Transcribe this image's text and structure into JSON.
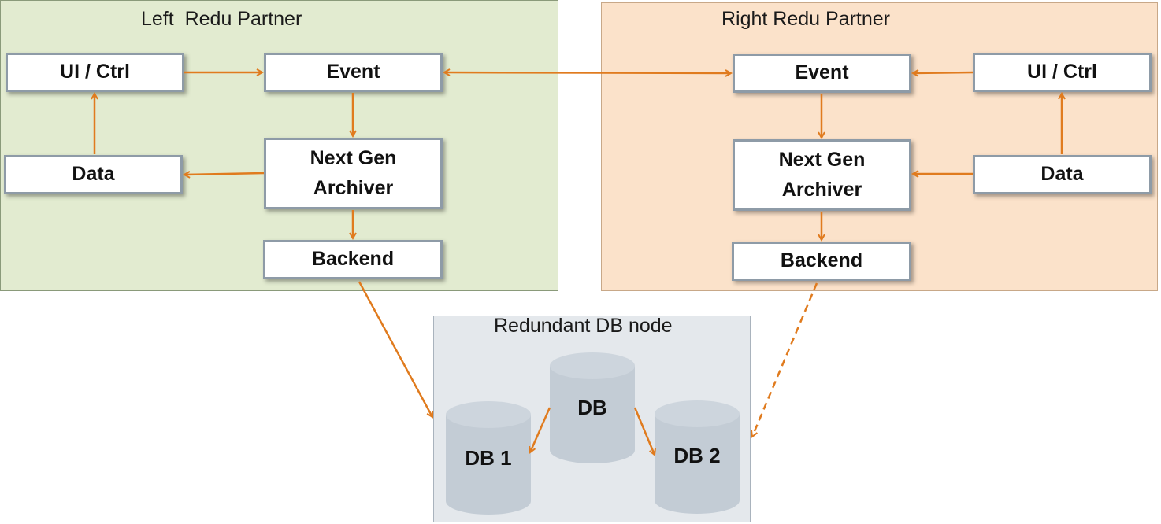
{
  "colors": {
    "left_region": "#e2ebd0",
    "right_region": "#fbe2ca",
    "db_region": "#e4e8ec",
    "arrow": "#e07b1e",
    "box_border": "#8e9ba7",
    "cylinder": "#c3ccd5"
  },
  "left": {
    "title": "Left  Redu Partner",
    "ui_ctrl": "UI / Ctrl",
    "event": "Event",
    "data": "Data",
    "archiver": "Next Gen\nArchiver",
    "backend": "Backend"
  },
  "right": {
    "title": "Right Redu Partner",
    "ui_ctrl": "UI / Ctrl",
    "event": "Event",
    "data": "Data",
    "archiver": "Next Gen\nArchiver",
    "backend": "Backend"
  },
  "db_node": {
    "title": "Redundant DB node",
    "db": "DB",
    "db1": "DB 1",
    "db2": "DB 2"
  }
}
